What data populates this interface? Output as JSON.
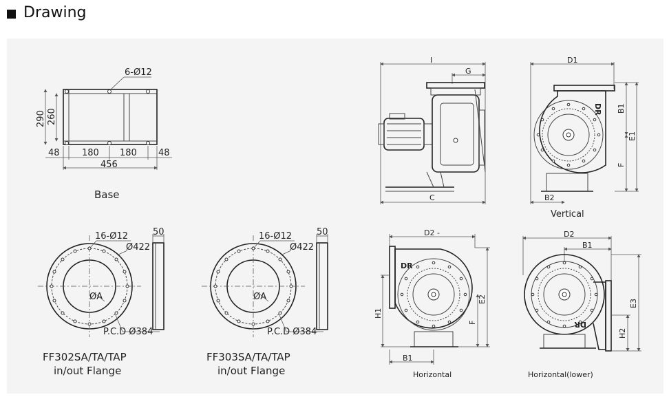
{
  "header": {
    "title": "Drawing"
  },
  "base": {
    "caption": "Base",
    "holes": "6-Ø12",
    "dim_290": "290",
    "dim_260": "260",
    "dim_48_left": "48",
    "dim_180_a": "180",
    "dim_180_b": "180",
    "dim_48_right": "48",
    "dim_456": "456"
  },
  "flange1": {
    "holes": "16-Ø12",
    "outer": "Ø422",
    "inner": "ØA",
    "pcd": "P.C.D Ø384",
    "thickness": "50",
    "caption_line1": "FF302SA/TA/TAP",
    "caption_line2": "in/out Flange"
  },
  "flange2": {
    "holes": "16-Ø12",
    "outer": "Ø422",
    "inner": "ØA",
    "pcd": "P.C.D Ø384",
    "thickness": "50",
    "caption_line1": "FF303SA/TA/TAP",
    "caption_line2": "in/out Flange"
  },
  "side_view": {
    "dim_I": "I",
    "dim_G": "G",
    "dim_C": "C"
  },
  "vertical_view": {
    "caption": "Vertical",
    "dim_D1": "D1",
    "dim_B1": "B1",
    "dim_E1": "E1",
    "dim_F": "F",
    "dim_B2": "B2",
    "logo": "DR"
  },
  "horizontal_view": {
    "caption": "Horizontal",
    "dim_D2": "D2 -",
    "dim_H1": "H1",
    "dim_E2": "E2",
    "dim_F": "F",
    "dim_B1": "B1",
    "logo": "DR"
  },
  "horizontal_lower_view": {
    "caption": "Horizontal(lower)",
    "dim_D2": "D2",
    "dim_B1": "B1",
    "dim_E3": "E3",
    "dim_H2": "H2",
    "logo": "DR"
  }
}
